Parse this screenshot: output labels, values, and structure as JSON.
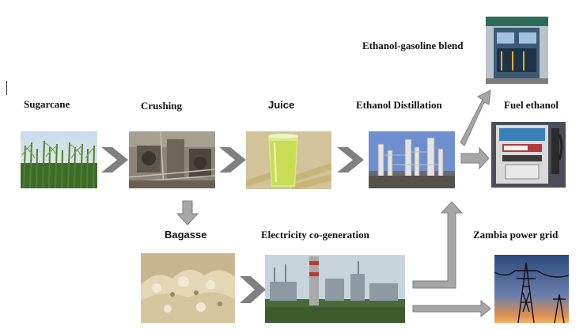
{
  "labels": {
    "sugarcane": "Sugarcane",
    "crushing": "Crushing",
    "juice": "Juice",
    "ethanol_distillation": "Ethanol Distillation",
    "fuel_ethanol": "Fuel ethanol",
    "ethanol_gasoline_blend": "Ethanol-gasoline blend",
    "bagasse": "Bagasse",
    "electricity_cogeneration": "Electricity co-generation",
    "power_grid": "Zambia power grid"
  },
  "colors": {
    "chevron": "#808080",
    "arrow_fill": "#a6a6a6",
    "arrow_stroke": "#7f7f7f"
  }
}
